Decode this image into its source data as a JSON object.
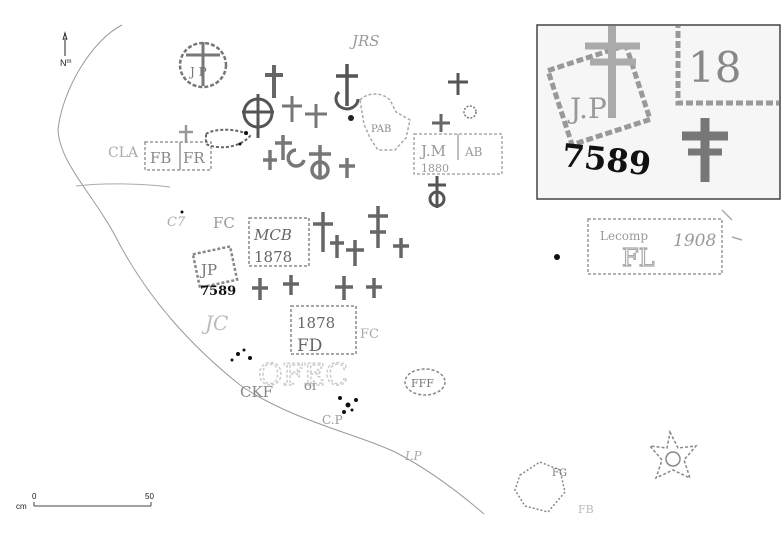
{
  "north_label": "N",
  "north_sup": "m",
  "scale": {
    "unit": "cm",
    "min": "0",
    "max": "50"
  },
  "inscriptions": {
    "jrs": "JRS",
    "jp_top": "J P",
    "cla": "CLA",
    "fb": "FB",
    "fr": "FR",
    "pab": "PAB",
    "jm": "J.M",
    "ab": "AB",
    "y1880": "1880",
    "c7": "C7",
    "fc_a": "FC",
    "mcb": "MCB",
    "y1878a": "1878",
    "jp_mid": "JP",
    "num": "7589",
    "jc": "JC",
    "y1878b": "1878",
    "fd": "FD",
    "fc_b": "FC",
    "ofec": "OFEC",
    "fff": "FFF",
    "ckf": "CKF",
    "oi": "oi",
    "cp": "C.P",
    "ip": "I.P",
    "fg": "FG",
    "fb_low": "FB",
    "lecomp": "Lecomp",
    "fl": "FL",
    "y1908": "1908",
    "inset_18": "18",
    "inset_jp": "J.P",
    "inset_num": "7589"
  }
}
